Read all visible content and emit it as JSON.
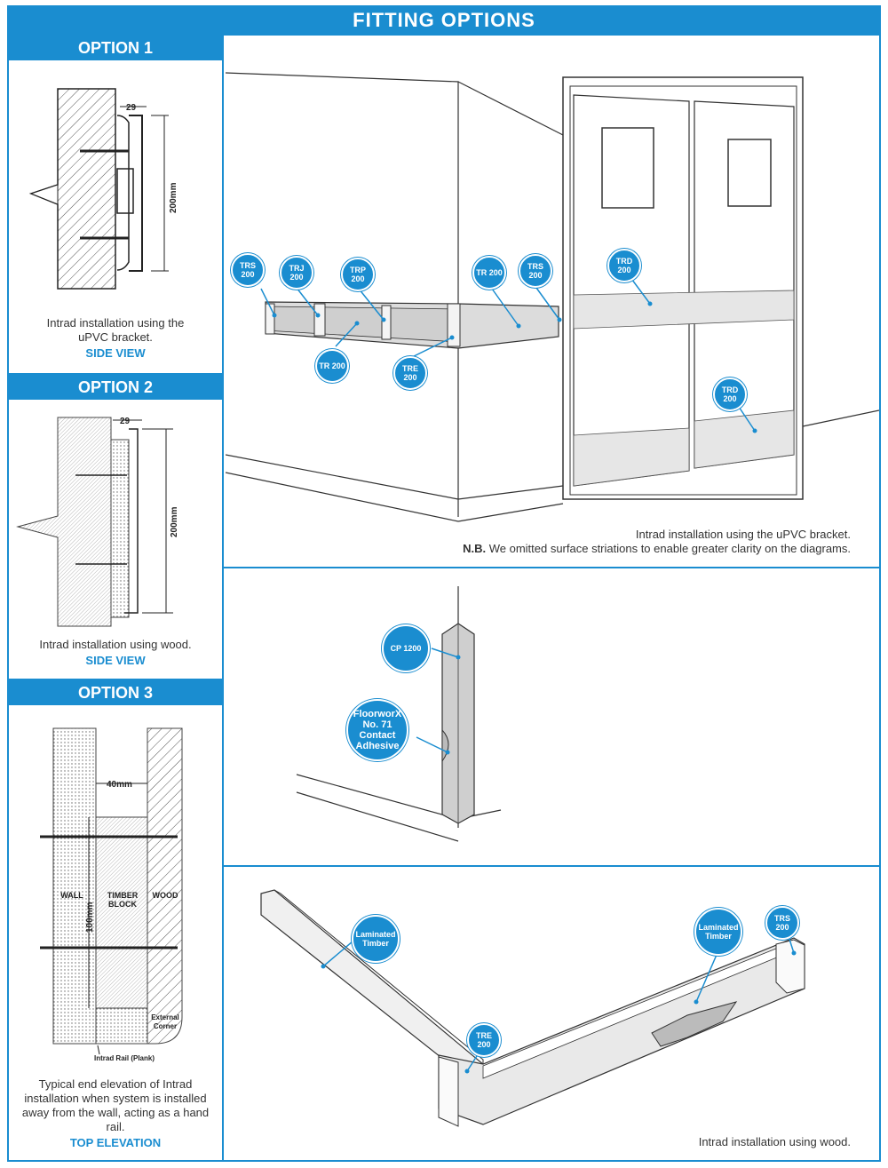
{
  "title": "FITTING OPTIONS",
  "options": [
    {
      "heading": "OPTION 1",
      "caption": "Intrad installation using the uPVC bracket.",
      "view": "SIDE VIEW",
      "dim_width": "29",
      "dim_height": "200mm"
    },
    {
      "heading": "OPTION 2",
      "caption": "Intrad installation using wood.",
      "view": "SIDE VIEW",
      "dim_width": "29",
      "dim_height": "200mm"
    },
    {
      "heading": "OPTION 3",
      "caption": "Typical end elevation of Intrad installation when system is installed away from the wall, acting as a hand rail.",
      "view": "TOP ELEVATION",
      "dim_width": "40mm",
      "dim_height": "100mm",
      "labels": {
        "wall": "WALL",
        "timber_block": "TIMBER BLOCK",
        "wood": "WOOD",
        "external_corner": "External Corner",
        "intrad_rail": "Intrad Rail (Plank)"
      }
    }
  ],
  "panel1": {
    "callouts": [
      "TRS 200",
      "TRJ 200",
      "TRP 200",
      "TR 200",
      "TRS 200",
      "TRD 200",
      "TR 200",
      "TRE 200",
      "TRD 200"
    ],
    "caption_line1": "Intrad installation using the uPVC bracket.",
    "caption_nb_label": "N.B.",
    "caption_nb_text": " We omitted surface striations to enable greater clarity on the diagrams."
  },
  "panel2": {
    "callouts": [
      "CP 1200",
      "FloorworX No. 71 Contact Adhesive"
    ]
  },
  "panel3": {
    "callouts": [
      "Laminated Timber",
      "Laminated Timber",
      "TRS 200",
      "TRE 200"
    ],
    "caption": "Intrad installation using wood."
  },
  "colors": {
    "accent": "#1a8dd0"
  }
}
